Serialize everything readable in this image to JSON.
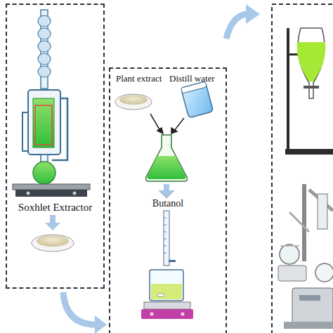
{
  "diagram": {
    "nodes": [
      {
        "text": [
          "Soxhlet Extractor"
        ]
      },
      {
        "text": [
          "Plant extract",
          "Distill water",
          "Butanol"
        ]
      }
    ],
    "edges": [
      {
        "from": 0,
        "to": 1,
        "arrow": "to"
      }
    ]
  }
}
